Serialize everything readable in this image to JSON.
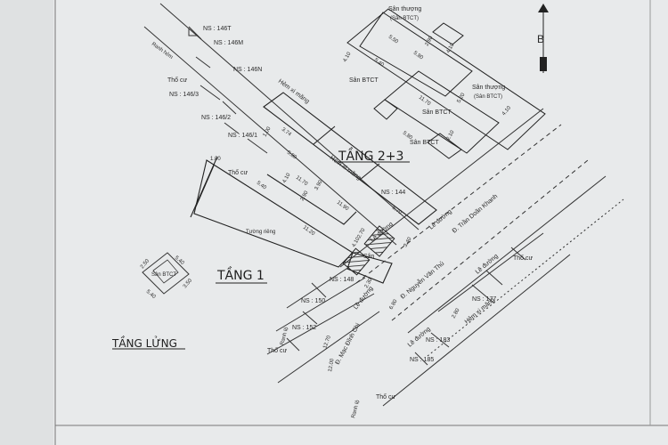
{
  "floors": {
    "floor1": "TẦNG 1",
    "floor23": "TẦNG 2+3",
    "mezzanine": "TẦNG LỬNG"
  },
  "north": {
    "letter": "B"
  },
  "streets": {
    "nguyen_van_thu": "Đ. Nguyễn Văn Thủ",
    "tran_doan_khanh": "Đ. Trần Doãn Khanh",
    "mac_dinh_chi": "Đ. Mạc Đĩnh Chi",
    "le_duong_1": "Lề đường",
    "le_duong_2": "Lề đường",
    "le_duong_3": "Lề đường",
    "le_duong_4": "Lề đường",
    "le_duong_5": "Lề đường",
    "hem_top": "Hẻm xi măng",
    "hem_mid": "Hẻm xi măng",
    "hem_right": "Hẻm xi măng",
    "ranh_hem": "Ranh hẻm",
    "ranh_left": "Ranh lộ",
    "ranh_bottom": "Ranh lộ"
  },
  "house_numbers": {
    "ns146t": "NS : 146T",
    "ns146m": "NS : 146M",
    "ns146n": "NS : 146N",
    "ns1463": "NS : 146/3",
    "ns1462": "NS : 146/2",
    "ns1461": "NS : 146/1",
    "ns144": "NS : 144",
    "ns148": "NS : 148",
    "ns150": "NS : 150",
    "ns152": "NS : 152",
    "ns177": "NS : 177",
    "ns183": "NS : 183",
    "ns185": "NS : 185"
  },
  "labels": {
    "san_thuong_1": "Sân thượng",
    "san_btct_a": "(Sân BTCT)",
    "san_thuong_2": "Sân thượng",
    "san_btct_b": "(Sân BTCT)",
    "san_btct_1": "Sân BTCT",
    "san_btct_2": "Sân BTCT",
    "san_btct_3": "Sân BTCT",
    "san_btct_small": "Sân BTCT",
    "san": "Sân",
    "tuong_rieng": "Tường riêng",
    "tho_cu_1": "Thổ cư",
    "tho_cu_2": "Thổ cư",
    "tho_cu_3": "Thổ cư",
    "tho_cu_4": "Thổ cư",
    "tho_cu_5": "Thổ cư"
  },
  "dims": {
    "d1": "4.10",
    "d2": "5.40",
    "d3": "2.90",
    "d4": "5.80",
    "d5": "5.50",
    "d6": "4.10",
    "d7": "11.70",
    "d8": "5.20",
    "d9": "5.80",
    "d10": "2.10",
    "d11": "4.10",
    "d12": "11.70",
    "d13": "5.70",
    "d14": "3.74",
    "d15": "5.80",
    "d16": "11.90",
    "d17": "1.00",
    "d18": "1.00",
    "d19": "4.10",
    "d20": "2.90",
    "d21": "3.90",
    "d22": "5.40",
    "d23": "2.70",
    "d24": "4.10",
    "d25": "3.40",
    "d26": "2.30",
    "d27": "11.20",
    "d28": "6.80",
    "d29": "12.70",
    "d30": "12.00",
    "d31": "5.40",
    "d32": "5.40",
    "d33": "3.50",
    "d34": "2.50",
    "d35": "2.80"
  }
}
